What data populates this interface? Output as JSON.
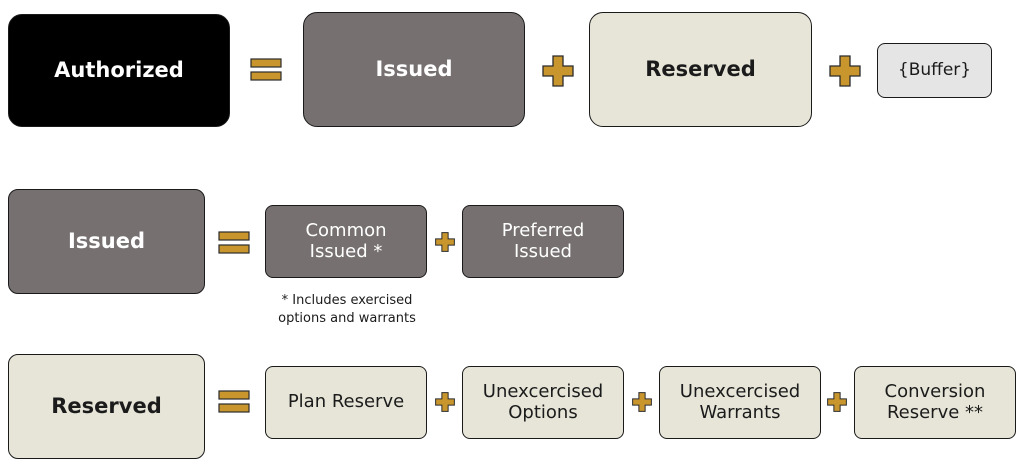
{
  "colors": {
    "operator": "#c9962d",
    "operator_outline": "#2b2b2b",
    "black_box": "#000000",
    "gray_box": "#767070",
    "cream_box": "#e7e5d8",
    "light_box": "#e5e5e5"
  },
  "row1": {
    "authorized": "Authorized",
    "issued": "Issued",
    "reserved": "Reserved",
    "buffer": "{Buffer}"
  },
  "row2": {
    "issued": "Issued",
    "common_issued": "Common\nIssued *",
    "preferred_issued": "Preferred\nIssued",
    "footnote": "* Includes exercised\noptions and warrants"
  },
  "row3": {
    "reserved": "Reserved",
    "plan_reserve": "Plan Reserve",
    "unexercised_options": "Unexcercised\nOptions",
    "unexercised_warrants": "Unexcercised\nWarrants",
    "conversion_reserve": "Conversion\nReserve **"
  },
  "icons": {
    "equals": "equals-icon",
    "plus": "plus-icon"
  }
}
